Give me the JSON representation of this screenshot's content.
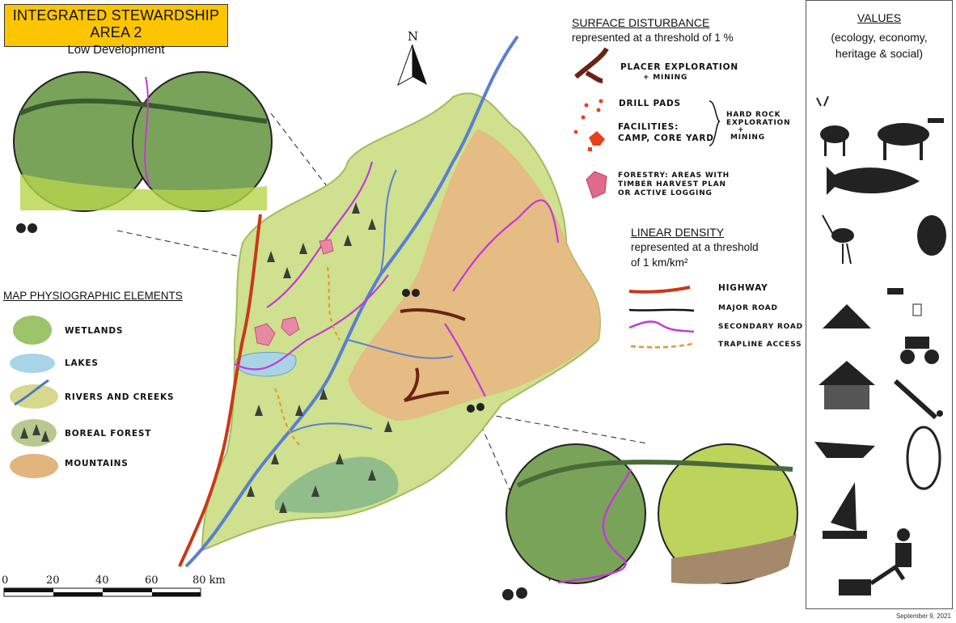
{
  "title": {
    "main": "INTEGRATED STEWARDSHIP AREA 2",
    "sub": "Low Development"
  },
  "north_label": "N",
  "surface_disturbance": {
    "title": "SURFACE DISTURBANCE",
    "subtitle": "represented at a threshold of 1 %",
    "items": [
      {
        "label": "Placer exploration",
        "label2": "+ mining",
        "color": "#6b2314"
      },
      {
        "label": "Drill pads",
        "color": "#e8401c"
      },
      {
        "label": "Facilities:",
        "label2": "Camp, core yard",
        "color": "#e8401c"
      },
      {
        "label": "Forestry: areas with",
        "label2": "timber harvest plan",
        "label3": "or active logging",
        "color": "#e06a8a"
      }
    ],
    "hard_rock_group": {
      "line1": "Hard rock",
      "line2": "exploration",
      "line3": "+",
      "line4": "mining"
    }
  },
  "linear_density": {
    "title": "LINEAR DENSITY",
    "subtitle_1": "represented at a threshold",
    "subtitle_2": "of 1 km/km²",
    "items": [
      {
        "label": "Highway",
        "color": "#c8391a"
      },
      {
        "label": "Major road",
        "color": "#111111"
      },
      {
        "label": "Secondary road",
        "color": "#c23ad8"
      },
      {
        "label": "Trapline access",
        "color": "#e8952c"
      }
    ]
  },
  "physiographic": {
    "title": "MAP PHYSIOGRAPHIC ELEMENTS",
    "items": [
      {
        "label": "Wetlands",
        "color": "#9cc46a"
      },
      {
        "label": "Lakes",
        "color": "#a9d4e6"
      },
      {
        "label": "Rivers and creeks",
        "color": "#4a78c8"
      },
      {
        "label": "Boreal forest",
        "color": "#3b3f3a"
      },
      {
        "label": "Mountains",
        "color": "#d9a36a"
      }
    ]
  },
  "values": {
    "title": "VALUES",
    "subtitle_1": "(ecology, economy,",
    "subtitle_2": "heritage & social)",
    "icons": [
      "caribou-icon",
      "moose-icon",
      "fish-icon",
      "crane-icon",
      "beaver-icon",
      "water-tap-icon",
      "tent-icon",
      "atv-icon",
      "log-cabin-icon",
      "berry-picking-icon",
      "boat-icon",
      "snowshoe-icon",
      "drill-rig-icon",
      "placer-miner-icon",
      "excavator-icon"
    ]
  },
  "scale_bar": {
    "labels": [
      "0",
      "20",
      "40",
      "60",
      "80 km"
    ]
  },
  "date": "September 9, 2021",
  "colors": {
    "title_bg": "#fdc500",
    "map_green": "#c9dc8e",
    "mountain": "#e2b47e"
  }
}
